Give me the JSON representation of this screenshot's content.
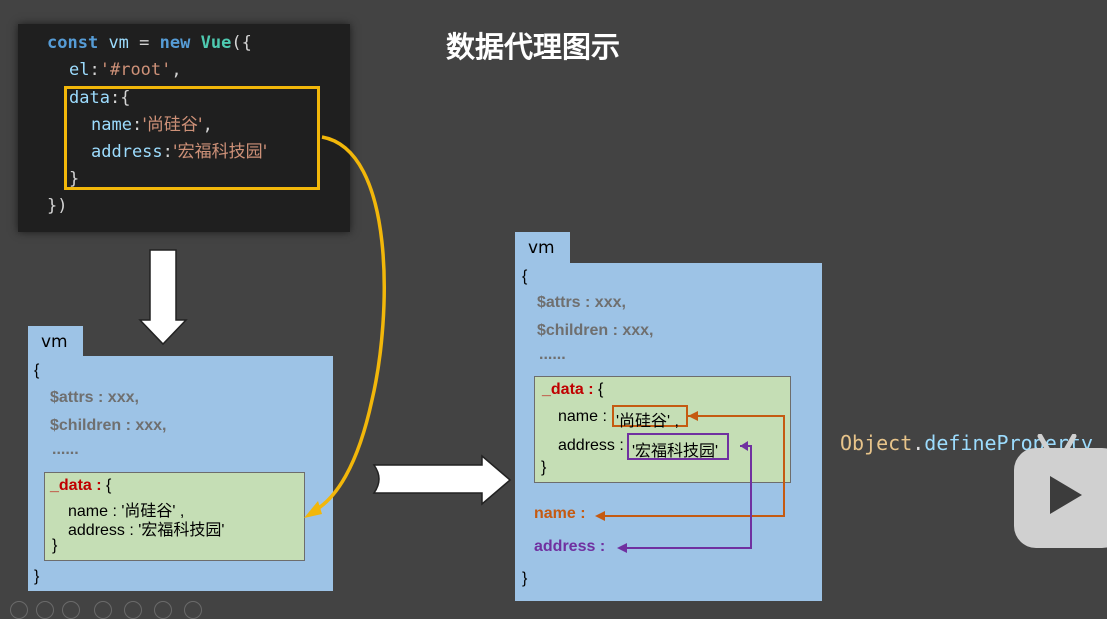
{
  "title": "数据代理图示",
  "code": {
    "line1": {
      "kw_const": "const",
      "var": "vm",
      "eq": "=",
      "kw_new": "new",
      "cls": "Vue",
      "open": "({"
    },
    "line2": {
      "prop": "el",
      "colon": ":",
      "str": "'#root'",
      "comma": ","
    },
    "line3": {
      "prop": "data",
      "open": ":{"
    },
    "line4": {
      "prop": "name",
      "colon": ":",
      "str": "'尚硅谷'",
      "comma": ","
    },
    "line5": {
      "prop": "address",
      "colon": ":",
      "str": "'宏福科技园'"
    },
    "line6": "}",
    "line7": "})"
  },
  "vm_left": {
    "tab": "vm",
    "open": "{",
    "attrs": "$attrs : xxx,",
    "children": "$children : xxx,",
    "ellipsis": "......",
    "data_key": "_data :",
    "data_open": " {",
    "name_line": "name : '尚硅谷' ,",
    "address_line": "address : '宏福科技园'",
    "data_close": "}",
    "close": "}"
  },
  "vm_right": {
    "tab": "vm",
    "open": "{",
    "attrs": "$attrs : xxx,",
    "children": "$children : xxx,",
    "ellipsis": "......",
    "data_key": "_data :",
    "data_open": " {",
    "name_key": "name :",
    "name_value": "'尚硅谷' ,",
    "address_key": "address :",
    "address_value": "'宏福科技园'",
    "data_close": "}",
    "proxy_name": "name :",
    "proxy_address": "address :",
    "close": "}"
  },
  "define_property": {
    "obj": "Object",
    "dot": ".",
    "method": "defineProperty"
  },
  "colors": {
    "background": "#434343",
    "vm_box": "#9dc3e6",
    "data_box": "#c5deb5",
    "highlight_yellow": "#f2b70a",
    "name_orange": "#c55a11",
    "address_purple": "#7030a0",
    "data_red": "#c00000"
  },
  "icons": [
    "down-arrow-icon",
    "right-arrow-icon",
    "curved-arrow-icon",
    "play-icon"
  ]
}
